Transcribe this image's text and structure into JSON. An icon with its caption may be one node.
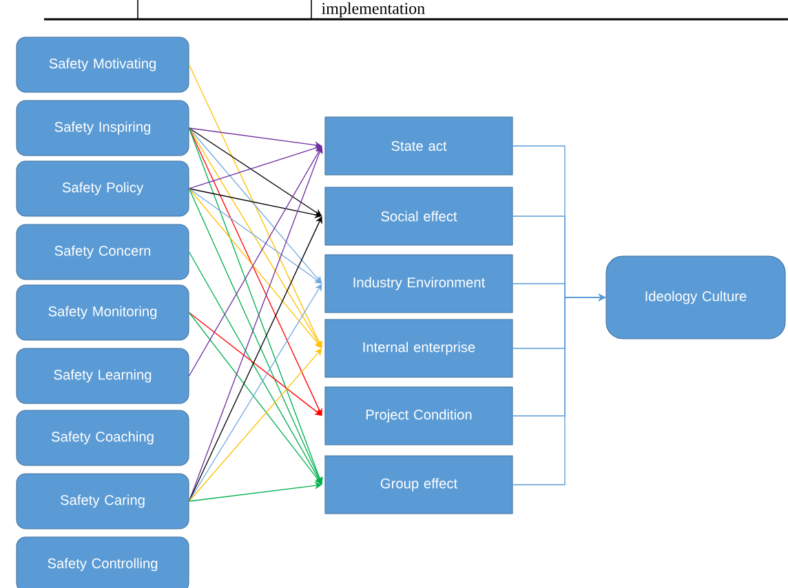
{
  "diagram": {
    "nodes": [
      {
        "text": [
          "Safety Motivating"
        ]
      },
      {
        "text": [
          "Safety Inspiring"
        ]
      },
      {
        "text": [
          "Safety Policy"
        ]
      },
      {
        "text": [
          "Safety Concern"
        ]
      },
      {
        "text": [
          "Safety Monitoring"
        ]
      },
      {
        "text": [
          "Safety Learning"
        ]
      },
      {
        "text": [
          "Safety Coaching"
        ]
      },
      {
        "text": [
          "Safety Caring"
        ]
      },
      {
        "text": [
          "Safety Controlling"
        ]
      },
      {
        "text": [
          "State act"
        ]
      },
      {
        "text": [
          "Social effect"
        ]
      },
      {
        "text": [
          "Industry Environment"
        ]
      },
      {
        "text": [
          "Internal enterprise"
        ]
      },
      {
        "text": [
          "Project Condition"
        ]
      },
      {
        "text": [
          "Group effect"
        ]
      },
      {
        "text": [
          "Ideology Culture"
        ]
      }
    ],
    "edges": [
      {
        "from": 0,
        "to": 12,
        "arrow": "to",
        "color": "#ffc000"
      },
      {
        "from": 1,
        "to": 9,
        "arrow": "to",
        "color": "#7030a0"
      },
      {
        "from": 1,
        "to": 10,
        "arrow": "to",
        "color": "#000000"
      },
      {
        "from": 1,
        "to": 11,
        "arrow": "to",
        "color": "#6fa8dc"
      },
      {
        "from": 1,
        "to": 12,
        "arrow": "to",
        "color": "#ffc000"
      },
      {
        "from": 1,
        "to": 13,
        "arrow": "to",
        "color": "#ff0000"
      },
      {
        "from": 1,
        "to": 14,
        "arrow": "to",
        "color": "#00b050"
      },
      {
        "from": 2,
        "to": 9,
        "arrow": "to",
        "color": "#7030a0"
      },
      {
        "from": 2,
        "to": 10,
        "arrow": "to",
        "color": "#000000"
      },
      {
        "from": 2,
        "to": 11,
        "arrow": "to",
        "color": "#6fa8dc"
      },
      {
        "from": 2,
        "to": 12,
        "arrow": "to",
        "color": "#ffc000"
      },
      {
        "from": 2,
        "to": 14,
        "arrow": "to",
        "color": "#00b050"
      },
      {
        "from": 3,
        "to": 14,
        "arrow": "to",
        "color": "#00b050"
      },
      {
        "from": 4,
        "to": 13,
        "arrow": "to",
        "color": "#ff0000"
      },
      {
        "from": 4,
        "to": 14,
        "arrow": "to",
        "color": "#00b050"
      },
      {
        "from": 5,
        "to": 9,
        "arrow": "to",
        "color": "#7030a0"
      },
      {
        "from": 7,
        "to": 9,
        "arrow": "to",
        "color": "#7030a0"
      },
      {
        "from": 7,
        "to": 10,
        "arrow": "to",
        "color": "#000000"
      },
      {
        "from": 7,
        "to": 11,
        "arrow": "to",
        "color": "#6fa8dc"
      },
      {
        "from": 7,
        "to": 12,
        "arrow": "to",
        "color": "#ffc000"
      },
      {
        "from": 7,
        "to": 14,
        "arrow": "to",
        "color": "#00b050"
      },
      {
        "from": 9,
        "to": 15,
        "arrow": "to",
        "color": "#5b9bd5"
      },
      {
        "from": 10,
        "to": 15,
        "arrow": "to",
        "color": "#5b9bd5"
      },
      {
        "from": 11,
        "to": 15,
        "arrow": "to",
        "color": "#5b9bd5"
      },
      {
        "from": 12,
        "to": 15,
        "arrow": "to",
        "color": "#5b9bd5"
      },
      {
        "from": 13,
        "to": 15,
        "arrow": "to",
        "color": "#5b9bd5"
      },
      {
        "from": 14,
        "to": 15,
        "arrow": "to",
        "color": "#5b9bd5"
      }
    ],
    "labels": [
      "implementation"
    ]
  }
}
